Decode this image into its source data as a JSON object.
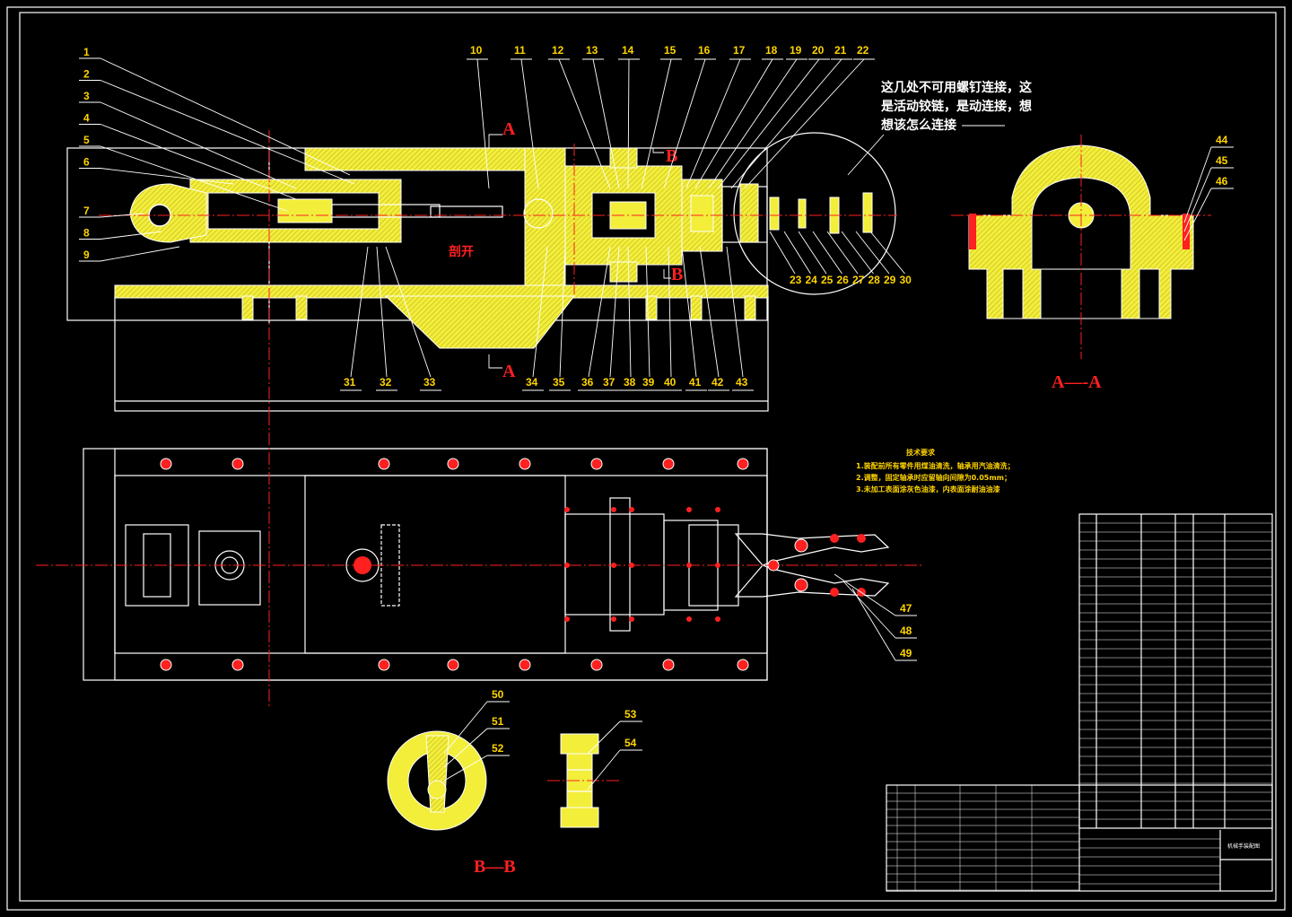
{
  "title_note": {
    "lines": [
      "这几处不可用螺钉连接，这",
      "是活动铰链，是动连接，想",
      "想该怎么连接"
    ]
  },
  "section_labels": {
    "a_top": "A",
    "a_bottom": "A",
    "b_top": "B",
    "b_bottom": "B",
    "aa_view": "A—-A",
    "bb_view": "B—B",
    "cut_label": "剖开"
  },
  "part_numbers": {
    "left_column": [
      "1",
      "2",
      "3",
      "4",
      "5",
      "6",
      "7",
      "8",
      "9"
    ],
    "top_row": [
      "10",
      "11",
      "12",
      "13",
      "14",
      "15",
      "16",
      "17",
      "18",
      "19",
      "20",
      "21",
      "22"
    ],
    "right_circle": [
      "23",
      "24",
      "25",
      "26",
      "27",
      "28",
      "29",
      "30"
    ],
    "bottom_row": [
      "31",
      "32",
      "33",
      "34",
      "35",
      "36",
      "37",
      "38",
      "39",
      "40",
      "41",
      "42",
      "43"
    ],
    "section_aa": [
      "44",
      "45",
      "46"
    ],
    "gripper": [
      "47",
      "48",
      "49"
    ],
    "section_bb": [
      "50",
      "51",
      "52"
    ],
    "roller": [
      "53",
      "54"
    ]
  },
  "technical_requirements": {
    "heading": "技术要求",
    "items": [
      "1.装配前所有零件用煤油清洗，轴承用汽油清洗；",
      "2.调整，固定轴承时应留轴向间隙为0.05mm；",
      "3.未加工表面涂灰色油漆，内表面涂耐油油漆"
    ]
  },
  "title_block": {
    "drawing_name": "机械手装配图"
  },
  "colors": {
    "background": "#000000",
    "part_fill": "#f2ee3a",
    "outline": "#ffffff",
    "center_line": "#ff2020",
    "label": "#ffd400"
  }
}
